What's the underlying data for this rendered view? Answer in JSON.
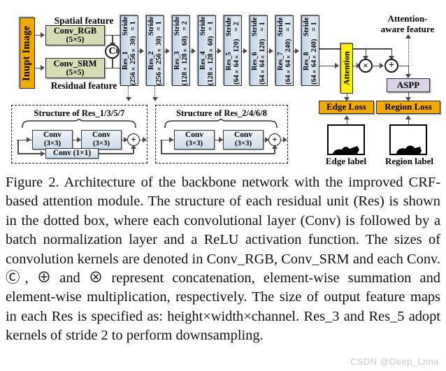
{
  "figure": {
    "input_block": {
      "label": "Inupt Image"
    },
    "spatial_label": "Spatial feature",
    "residual_label": "Residual feature",
    "conv_rgb": {
      "name": "Conv_RGB",
      "kernel": "(5×5)"
    },
    "conv_srm": {
      "name": "Conv_SRM",
      "kernel": "(5×5)"
    },
    "concat_symbol": "C",
    "res_blocks": [
      {
        "name": "Res_1",
        "size": "(256×256×30)",
        "stride": "Stride = 1",
        "line1": "Res_1 (256×256×30)",
        "line2": "Stride = 1"
      },
      {
        "name": "Res_2",
        "size": "(256×256×30)",
        "stride": "Stride = 1",
        "line1": "Res_2 (256×256×30)",
        "line2": "Stride = 1"
      },
      {
        "name": "Res_3",
        "size": "(128×128×60)",
        "stride": "Stride = 2",
        "line1": "Res_3 (128×128×60)",
        "line2": "Stride = 2"
      },
      {
        "name": "Res_4",
        "size": "(128×128×60)",
        "stride": "Stride = 1",
        "line1": "Res_4 (128×128×60)",
        "line2": "Stride = 1"
      },
      {
        "name": "Res_5",
        "size": "(64×64×120)",
        "stride": "Stride = 2",
        "line1": "Res_5 (64×64×120)",
        "line2": "Stride = 2"
      },
      {
        "name": "Res_6",
        "size": "(64×64×120)",
        "stride": "Stride = 1",
        "line1": "Res_6 (64×64×120)",
        "line2": "Stride = 1"
      },
      {
        "name": "Res_7",
        "size": "(64×64×240)",
        "stride": "Stride = 1",
        "line1": "Res_7 (64×64×240)",
        "line2": "Stride = 1"
      },
      {
        "name": "Res_8",
        "size": "(64×64×240)",
        "stride": "Stride = 1",
        "line1": "Res_8 (64×64×240)",
        "line2": "Stride = 1"
      }
    ],
    "attention_block": {
      "label": "Attention"
    },
    "multiply_symbol": "×",
    "add_symbol": "+",
    "attention_aware_label_line1": "Attention-",
    "attention_aware_label_line2": "aware feature",
    "aspp_block": {
      "label": "ASPP"
    },
    "edge_loss": {
      "label": "Edge Loss"
    },
    "region_loss": {
      "label": "Region Loss"
    },
    "edge_label_caption": "Edge label",
    "region_label_caption": "Region label",
    "struct_odd": {
      "title": "Structure of Res_1/3/5/7",
      "conv_a_l1": "Conv",
      "conv_a_l2": "(3×3)",
      "conv_b_l1": "Conv",
      "conv_b_l2": "(3×3)",
      "shortcut": "Conv (1×1)",
      "sum_symbol": "+"
    },
    "struct_even": {
      "title": "Structure of Res_2/4/6/8",
      "conv_a_l1": "Conv",
      "conv_a_l2": "(3×3)",
      "conv_b_l1": "Conv",
      "conv_b_l2": "(3×3)",
      "sum_symbol": "+"
    },
    "colors": {
      "gold": "#F2A900",
      "green": "#D5DDB6",
      "res_blue": "#C9D9E9",
      "attention_yellow": "#FAF000",
      "aspp_lavender": "#D9D4E6",
      "line": "#4A4A4A",
      "outline": "#2B2B2B"
    }
  },
  "caption": {
    "text": "Figure 2. Architecture of the backbone network with the improved CRF-based attention module. The structure of each residual unit (Res) is shown in the dotted box, where each convolutional layer (Conv) is followed by a batch normalization layer and a ReLU activation function. The sizes of convolution kernels are denoted in Conv_RGB, Conv_SRM and each Conv. Ⓒ, ⊕ and ⊗ represent concatenation, element-wise summation and element-wise multiplication, respectively. The size of output feature maps in each Res is specified as: height×width×channel. Res_3 and Res_5 adopt kernels of stride 2 to perform downsampling."
  },
  "watermark": {
    "text": "CSDN @Deep_Lnna"
  }
}
